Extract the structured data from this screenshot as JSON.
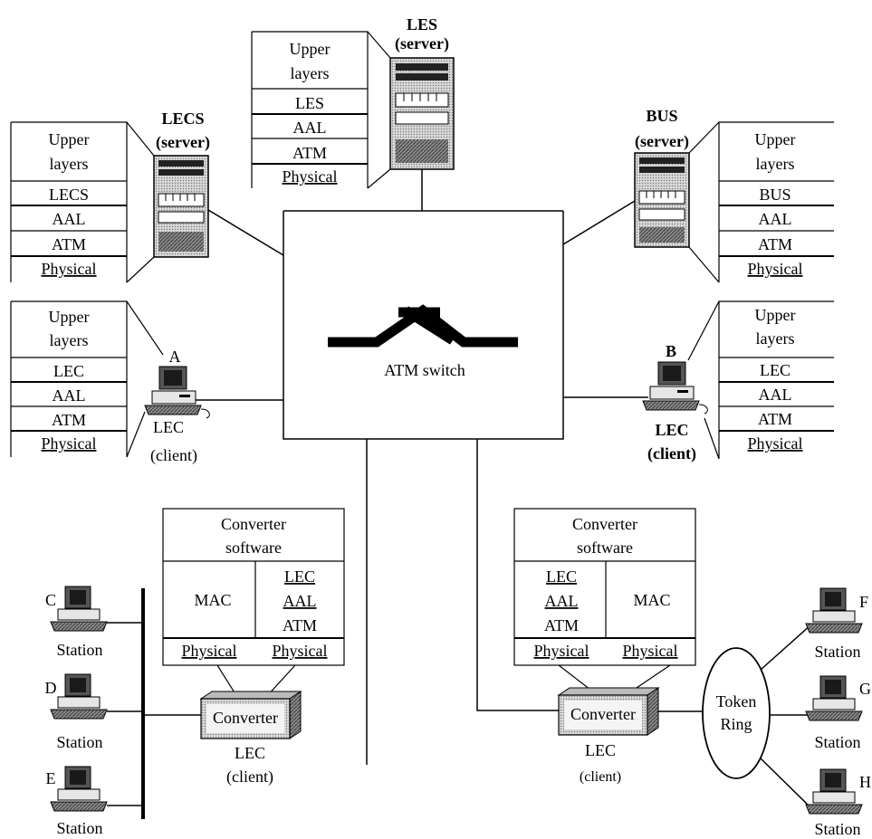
{
  "switch": {
    "label": "ATM switch"
  },
  "les": {
    "title": "LES",
    "role": "(server)",
    "stack": [
      "Upper",
      "layers",
      "LES",
      "AAL",
      "ATM",
      "Physical"
    ]
  },
  "lecs": {
    "title": "LECS",
    "role": "(server)",
    "stack": [
      "Upper",
      "layers",
      "LECS",
      "AAL",
      "ATM",
      "Physical"
    ]
  },
  "bus": {
    "title": "BUS",
    "role": "(server)",
    "stack": [
      "Upper",
      "layers",
      "BUS",
      "AAL",
      "ATM",
      "Physical"
    ]
  },
  "client_a": {
    "letter": "A",
    "role": "LEC",
    "sub": "(client)",
    "stack": [
      "Upper",
      "layers",
      "LEC",
      "AAL",
      "ATM",
      "Physical"
    ]
  },
  "client_b": {
    "letter": "B",
    "role": "LEC",
    "sub": "(client)",
    "stack": [
      "Upper",
      "layers",
      "LEC",
      "AAL",
      "ATM",
      "Physical"
    ]
  },
  "converter_left": {
    "header": [
      "Converter",
      "software"
    ],
    "mac": "MAC",
    "lane": [
      "LEC",
      "AAL",
      "ATM"
    ],
    "phys": [
      "Physical",
      "Physical"
    ],
    "box": "Converter",
    "role": "LEC",
    "sub": "(client)"
  },
  "converter_right": {
    "header": [
      "Converter",
      "software"
    ],
    "mac": "MAC",
    "lane": [
      "LEC",
      "AAL",
      "ATM"
    ],
    "phys": [
      "Physical",
      "Physical"
    ],
    "box": "Converter",
    "role": "LEC",
    "sub": "(client)"
  },
  "stations_left": [
    {
      "letter": "C",
      "label": "Station"
    },
    {
      "letter": "D",
      "label": "Station"
    },
    {
      "letter": "E",
      "label": "Station"
    }
  ],
  "stations_right": [
    {
      "letter": "F",
      "label": "Station"
    },
    {
      "letter": "G",
      "label": "Station"
    },
    {
      "letter": "H",
      "label": "Station"
    }
  ],
  "token_ring": [
    "Token",
    "Ring"
  ]
}
